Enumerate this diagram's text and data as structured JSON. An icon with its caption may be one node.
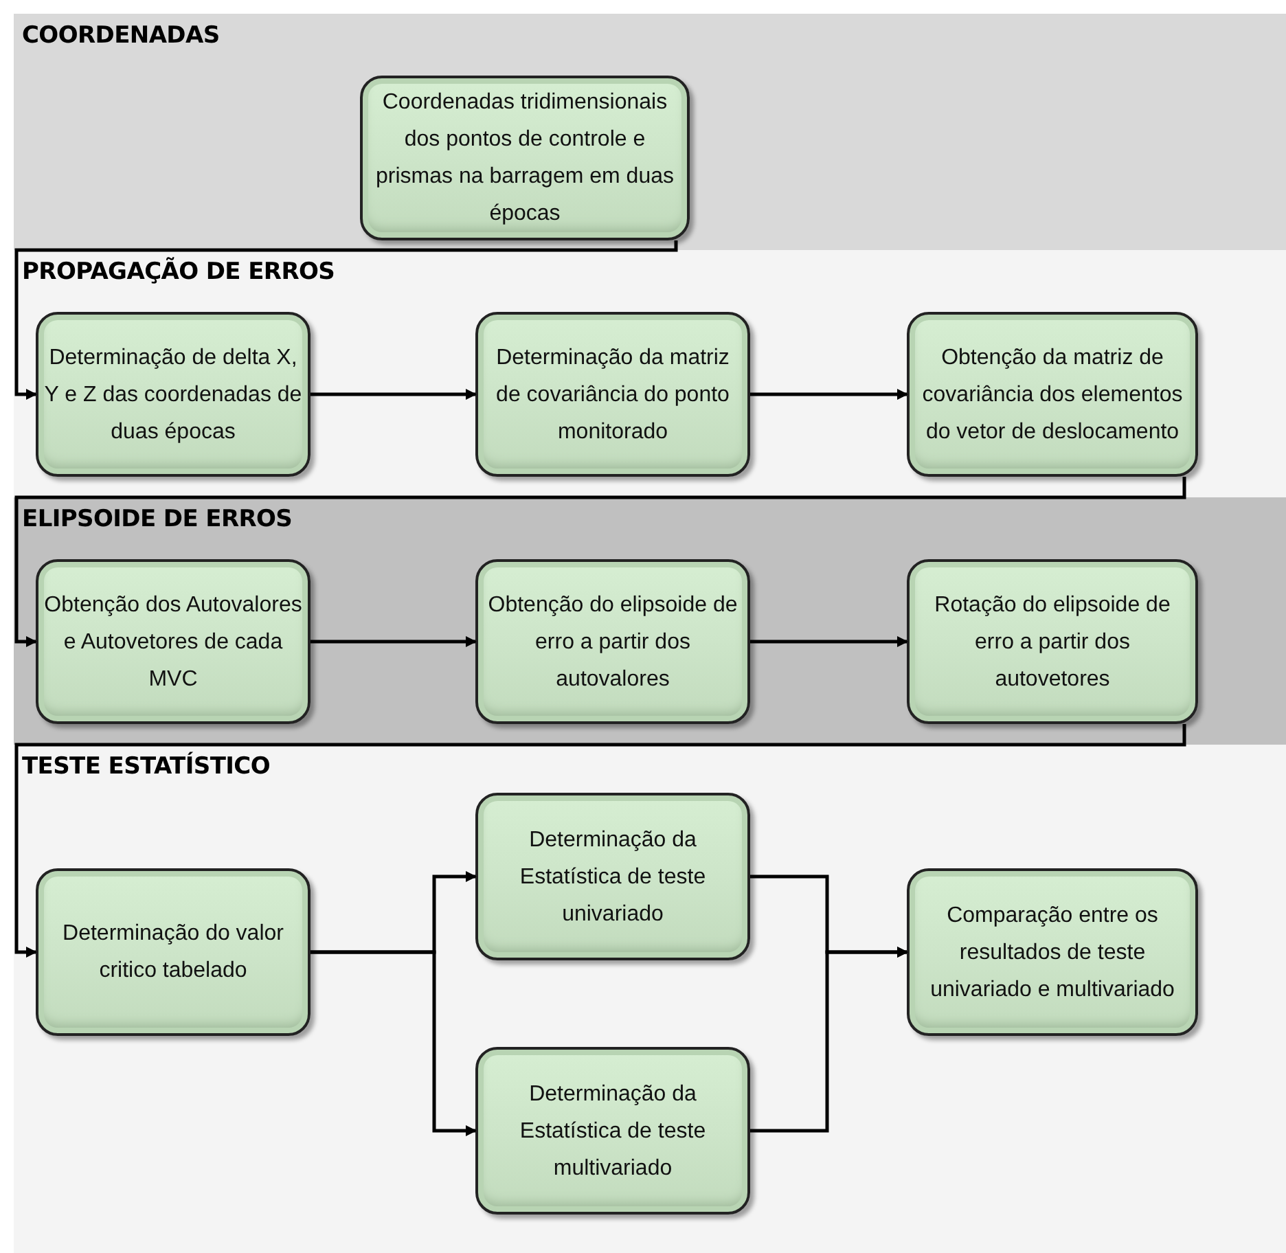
{
  "diagram": {
    "nodes": [
      {
        "text": [
          "COORDENADAS"
        ]
      },
      {
        "text": [
          "Coordenadas tridimensionais dos pontos de controle e prismas na barragem em duas épocas"
        ],
        "in": 0
      },
      {
        "text": [
          "PROPAGAÇÃO DE ERROS"
        ]
      },
      {
        "text": [
          "Determinação de delta X, Y e Z das coordenadas de duas épocas"
        ],
        "in": 2
      },
      {
        "text": [
          "Determinação da matriz de covariância do ponto monitorado"
        ],
        "in": 2
      },
      {
        "text": [
          "Obtenção da matriz de covariância dos elementos do vetor de deslocamento"
        ],
        "in": 2
      },
      {
        "text": [
          "ELIPSOIDE DE ERROS"
        ]
      },
      {
        "text": [
          "Obtenção dos Autovalores e Autovetores de cada MVC"
        ],
        "in": 6
      },
      {
        "text": [
          "Obtenção do elipsoide de erro a partir dos autovalores"
        ],
        "in": 6
      },
      {
        "text": [
          "Rotação do elipsoide de erro a partir dos autovetores"
        ],
        "in": 6
      },
      {
        "text": [
          "TESTE ESTATÍSTICO"
        ]
      },
      {
        "text": [
          "Determinação do valor critico tabelado"
        ],
        "in": 10
      },
      {
        "text": [
          "Determinação da Estatística de teste univariado"
        ],
        "in": 10
      },
      {
        "text": [
          "Determinação da Estatística de teste multivariado"
        ],
        "in": 10
      },
      {
        "text": [
          "Comparação entre os resultados de teste univariado e multivariado"
        ],
        "in": 10
      }
    ],
    "edges": [
      {
        "from": 1,
        "to": 3,
        "arrow": "to"
      },
      {
        "from": 3,
        "to": 4,
        "arrow": "to"
      },
      {
        "from": 4,
        "to": 5,
        "arrow": "to"
      },
      {
        "from": 5,
        "to": 7,
        "arrow": "to"
      },
      {
        "from": 7,
        "to": 8,
        "arrow": "to"
      },
      {
        "from": 8,
        "to": 9,
        "arrow": "to"
      },
      {
        "from": 9,
        "to": 11,
        "arrow": "to"
      },
      {
        "from": 11,
        "to": 12,
        "arrow": "to"
      },
      {
        "from": 11,
        "to": 13,
        "arrow": "to"
      },
      {
        "from": 12,
        "to": 14,
        "arrow": "to"
      },
      {
        "from": 13,
        "to": 14,
        "arrow": "to"
      }
    ]
  }
}
